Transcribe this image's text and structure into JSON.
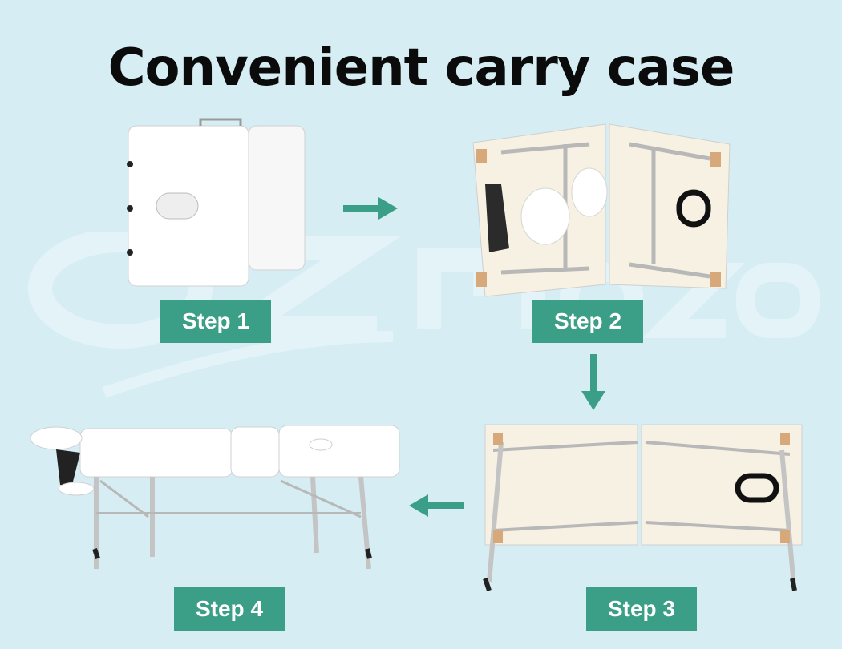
{
  "title": "Convenient carry case",
  "watermark": "OZ Plaza",
  "steps": [
    {
      "label": "Step 1"
    },
    {
      "label": "Step 2"
    },
    {
      "label": "Step 3"
    },
    {
      "label": "Step 4"
    }
  ],
  "colors": {
    "background": "#d6eef3",
    "accent": "#3a9f86",
    "title_text": "#0b0b0b"
  }
}
